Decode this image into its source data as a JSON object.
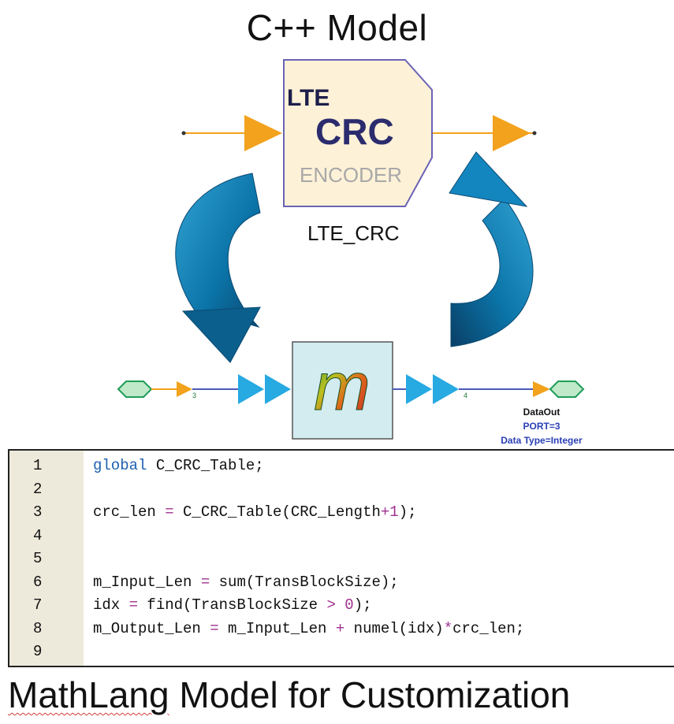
{
  "titles": {
    "top": "C++ Model",
    "bottom_prefix": "MathLang",
    "bottom_rest": " Model for Customization"
  },
  "crc_block": {
    "line1": "LTE",
    "line2": "CRC",
    "line3": "ENCODER",
    "instance_name": "LTE_CRC"
  },
  "mathlang_block": {
    "glyph": "m",
    "port_in_number": "3",
    "port_out_number": "4",
    "port_label_name": "DataOut",
    "port_label_port": "PORT=3",
    "port_label_type": "Data Type=Integer"
  },
  "code": {
    "lines": [
      {
        "n": "1",
        "parts": [
          {
            "t": "global",
            "c": "kw"
          },
          {
            "t": " C_CRC_Table;",
            "c": ""
          }
        ]
      },
      {
        "n": "2",
        "parts": []
      },
      {
        "n": "3",
        "parts": [
          {
            "t": "crc_len ",
            "c": ""
          },
          {
            "t": "=",
            "c": "op"
          },
          {
            "t": " C_CRC_Table(CRC_Length",
            "c": ""
          },
          {
            "t": "+",
            "c": "op"
          },
          {
            "t": "1",
            "c": "num"
          },
          {
            "t": ");",
            "c": ""
          }
        ]
      },
      {
        "n": "4",
        "parts": []
      },
      {
        "n": "5",
        "parts": []
      },
      {
        "n": "6",
        "parts": [
          {
            "t": "m_Input_Len ",
            "c": ""
          },
          {
            "t": "=",
            "c": "op"
          },
          {
            "t": " sum(TransBlockSize);",
            "c": ""
          }
        ]
      },
      {
        "n": "7",
        "parts": [
          {
            "t": "idx ",
            "c": ""
          },
          {
            "t": "=",
            "c": "op"
          },
          {
            "t": " find(TransBlockSize ",
            "c": ""
          },
          {
            "t": ">",
            "c": "op"
          },
          {
            "t": " ",
            "c": ""
          },
          {
            "t": "0",
            "c": "num"
          },
          {
            "t": ");",
            "c": ""
          }
        ]
      },
      {
        "n": "8",
        "parts": [
          {
            "t": "m_Output_Len ",
            "c": ""
          },
          {
            "t": "=",
            "c": "op"
          },
          {
            "t": " m_Input_Len ",
            "c": ""
          },
          {
            "t": "+",
            "c": "op"
          },
          {
            "t": " numel(idx)",
            "c": ""
          },
          {
            "t": "*",
            "c": "op"
          },
          {
            "t": "crc_len;",
            "c": ""
          }
        ]
      },
      {
        "n": "9",
        "parts": []
      }
    ]
  },
  "colors": {
    "orange_arrow": "#f2a21c",
    "cyan_arrow": "#27a9e1",
    "blue_curve": "#0b74a8",
    "block_fill": "#fdf1d7",
    "block_border": "#6a63b5",
    "port_fill": "#bfe9c8",
    "port_border": "#1e9d5a"
  },
  "icons": [
    "curved-arrow-down-icon",
    "curved-arrow-up-icon",
    "input-port-icon",
    "output-port-icon"
  ]
}
